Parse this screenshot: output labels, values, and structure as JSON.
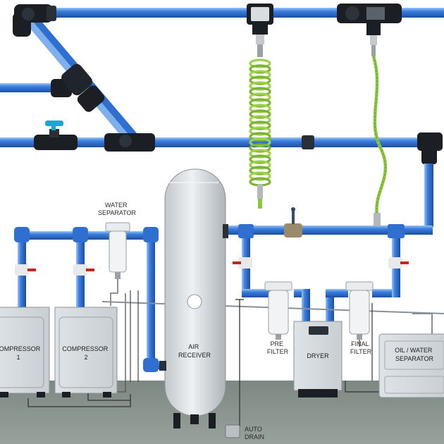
{
  "labels": {
    "water_separator": [
      "WATER",
      "SEPARATOR"
    ],
    "compressor_1": [
      "COMPRESSOR",
      "1"
    ],
    "compressor_2": [
      "COMPRESSOR",
      "2"
    ],
    "air_receiver": [
      "AIR",
      "RECEIVER"
    ],
    "pre_filter": [
      "PRE",
      "FILTER"
    ],
    "dryer": [
      "DRYER"
    ],
    "final_filter": [
      "FINAL",
      "FILTER"
    ],
    "oil_water_separator": [
      "OIL / WATER",
      "SEPARATOR"
    ],
    "auto_drain": [
      "AUTO",
      "DRAIN"
    ]
  },
  "colors": {
    "pipe_blue": "#2f6fd0",
    "pipe_dark": "#1d4f9e",
    "fitting_black": "#1b1f24",
    "hose_green": "#8cc63f",
    "equipment_grey": "#d9dde0",
    "floor_grey": "#7f8a84",
    "valve_red": "#c8261b"
  }
}
